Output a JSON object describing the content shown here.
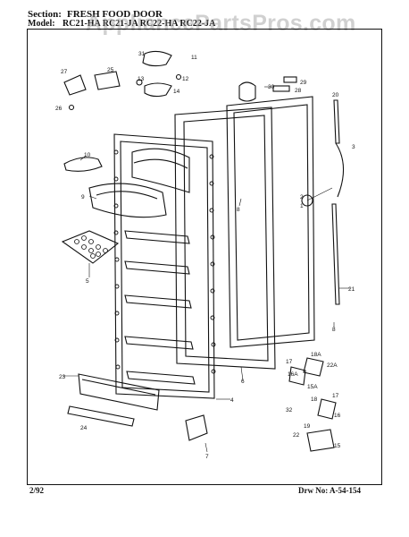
{
  "header": {
    "section_label": "Section:",
    "section_title": "FRESH FOOD DOOR",
    "model_label": "Model:",
    "model_numbers": "RC21-HA RC21-JA RC22-HA RC22-JA"
  },
  "watermark": "AppliancePartsPros.com",
  "footer": {
    "date": "2/92",
    "drawing_number": "Drw No: A-54-154"
  },
  "part_labels": [
    "1",
    "2",
    "3",
    "4",
    "5",
    "6",
    "7",
    "8",
    "9",
    "10",
    "11",
    "12",
    "13",
    "14",
    "15",
    "16",
    "16A",
    "17",
    "18",
    "18A",
    "19",
    "20",
    "21",
    "22",
    "22A",
    "23",
    "24",
    "25",
    "26",
    "27",
    "28",
    "29",
    "30",
    "31",
    "32"
  ],
  "colors": {
    "line": "#111111",
    "watermark": "#969696"
  }
}
